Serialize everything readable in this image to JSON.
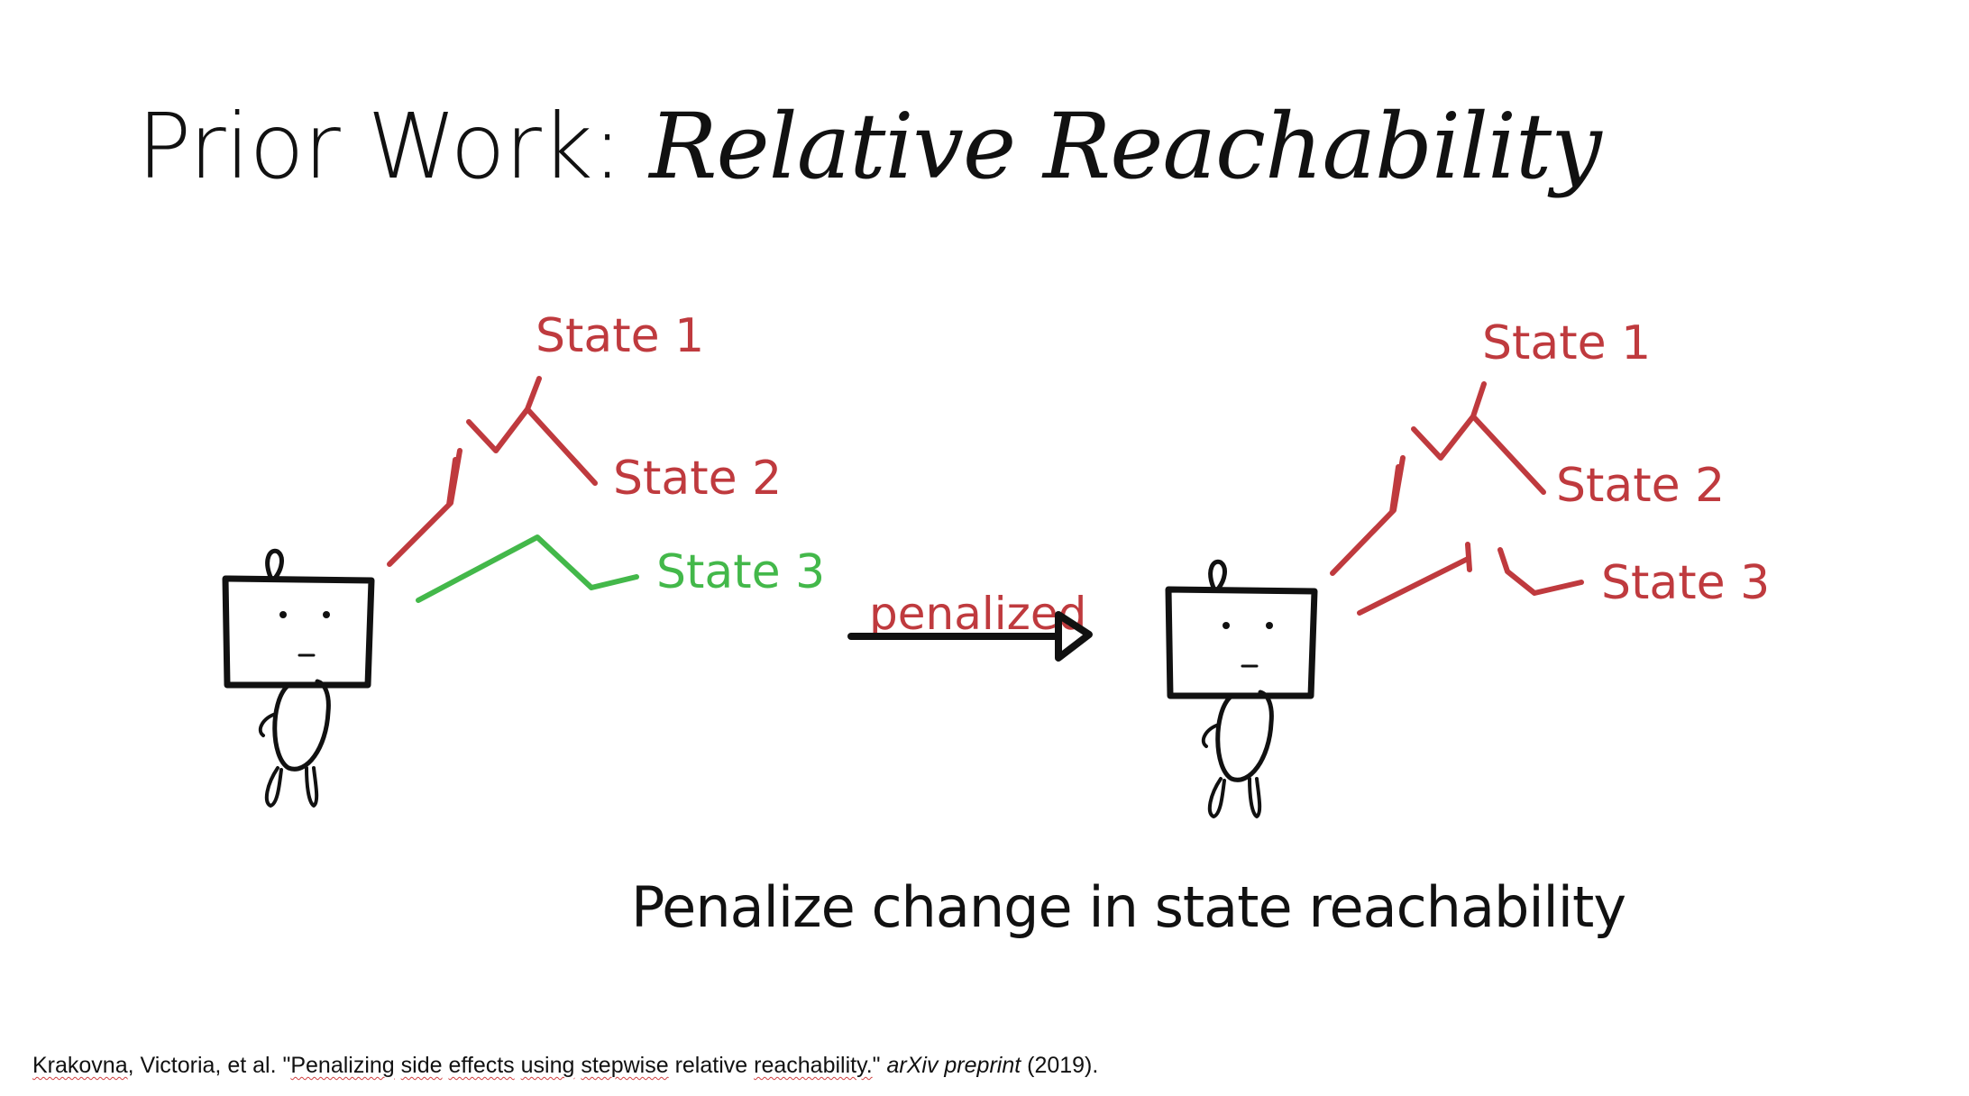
{
  "title": {
    "prefix": "Prior Work:",
    "emphasis": "Relative Reachability"
  },
  "left_scene": {
    "state1": "State 1",
    "state2": "State 2",
    "state3": "State 3"
  },
  "arrow_label": "penalized",
  "right_scene": {
    "state1": "State 1",
    "state2": "State 2",
    "state3": "State 3"
  },
  "subtitle": "Penalize change in state reachability",
  "citation": {
    "authors_lead": "Krakovna",
    "authors_rest": ", Victoria, et al. \"",
    "title_words": [
      "Penalizing",
      "side",
      "effects",
      "using",
      "stepwise",
      "relative",
      "reachability."
    ],
    "title_tail": "\" ",
    "venue": "arXiv preprint",
    "year": " (2019)."
  },
  "colors": {
    "unreachable": "#bf3a3e",
    "reachable": "#43b84a",
    "ink": "#111111"
  }
}
